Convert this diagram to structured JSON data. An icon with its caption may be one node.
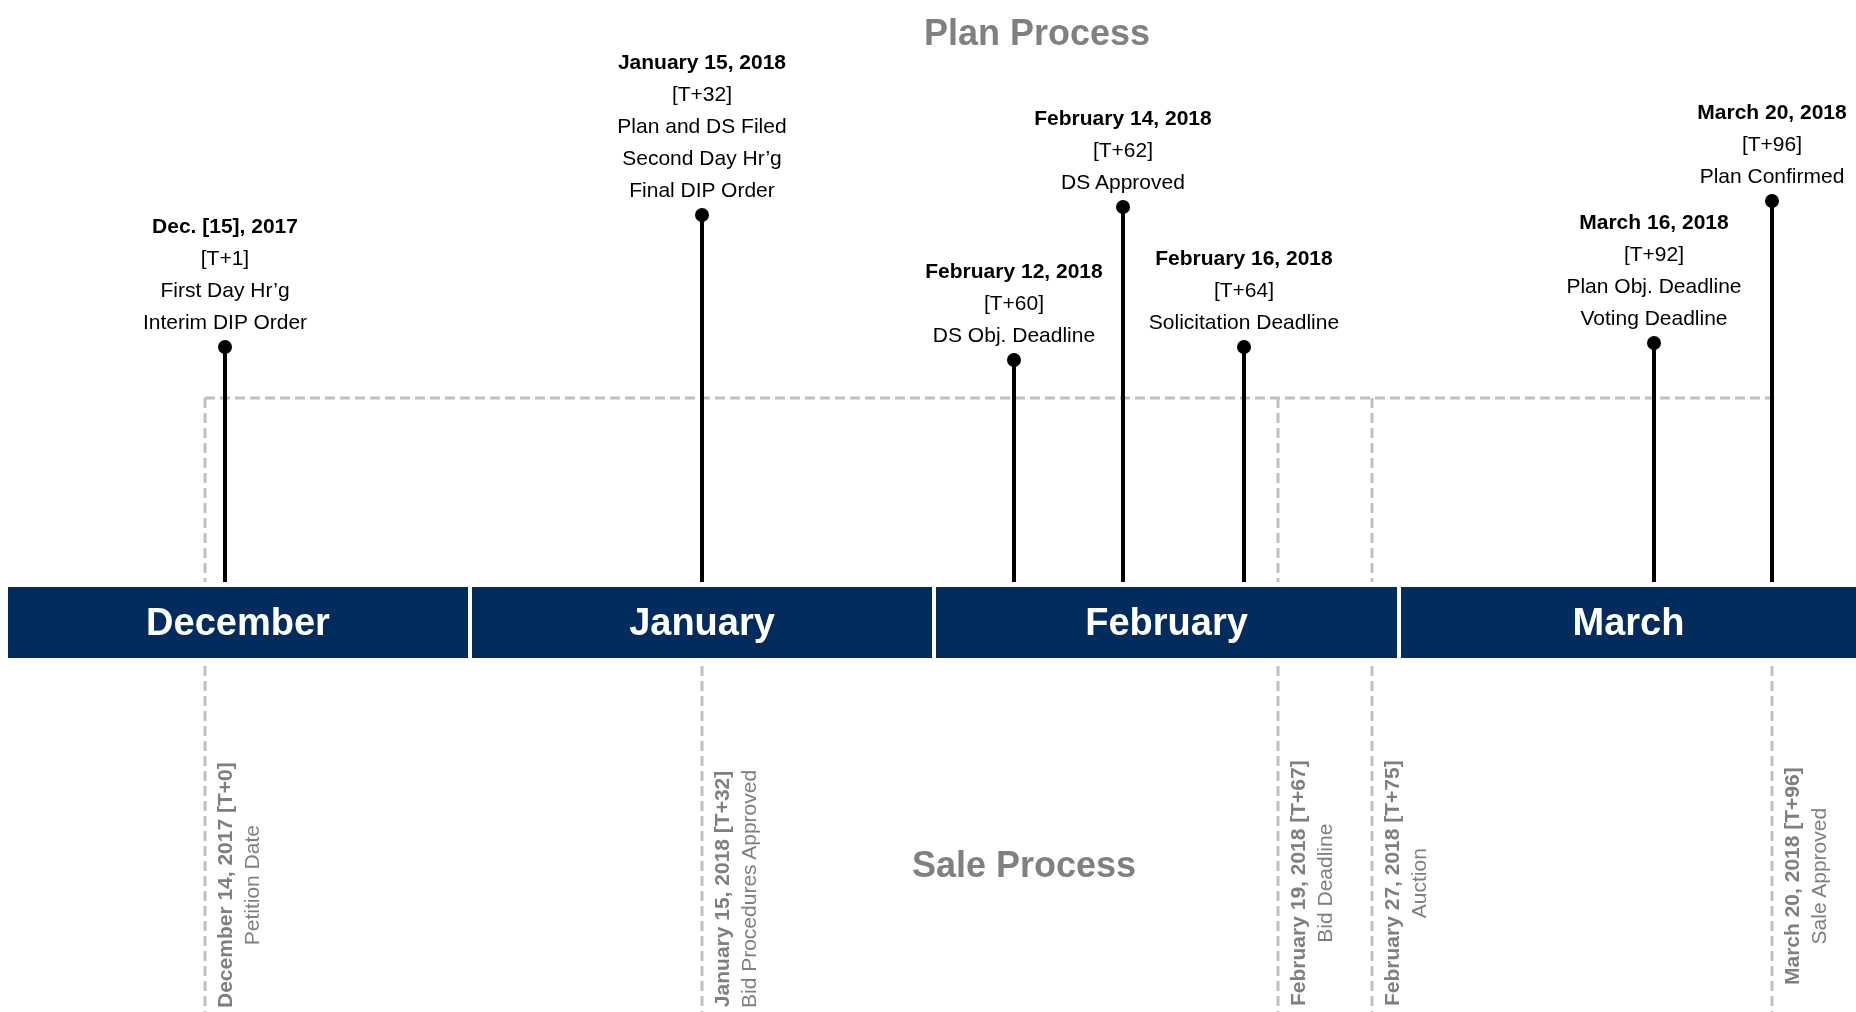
{
  "diagram": {
    "nodes": [
      {
        "text": [
          "December"
        ]
      },
      {
        "text": [
          "January"
        ]
      },
      {
        "text": [
          "February"
        ]
      },
      {
        "text": [
          "March"
        ]
      },
      {
        "text": [
          "Dec. [15], 2017",
          "[T+1]",
          "First Day Hr’g",
          "Interim DIP Order"
        ]
      },
      {
        "text": [
          "January 15, 2018",
          "[T+32]",
          "Plan and DS Filed",
          "Second Day Hr’g",
          "Final DIP Order"
        ]
      },
      {
        "text": [
          "February 12, 2018",
          "[T+60]",
          "DS Obj. Deadline"
        ]
      },
      {
        "text": [
          "February 14, 2018",
          "[T+62]",
          "DS Approved"
        ]
      },
      {
        "text": [
          "February 16, 2018",
          "[T+64]",
          "Solicitation Deadline"
        ]
      },
      {
        "text": [
          "March 16, 2018",
          "[T+92]",
          "Plan Obj. Deadline",
          "Voting Deadline"
        ]
      },
      {
        "text": [
          "March 20, 2018",
          "[T+96]",
          "Plan Confirmed"
        ]
      },
      {
        "text": [
          "December 14, 2017 [T+0]",
          "Petition Date"
        ]
      },
      {
        "text": [
          "January 15, 2018 [T+32]",
          "Bid Procedures Approved"
        ]
      },
      {
        "text": [
          "February 19, 2018 [T+67]",
          "Bid Deadline"
        ]
      },
      {
        "text": [
          "February 27, 2018 [T+75]",
          "Auction"
        ]
      },
      {
        "text": [
          "March 20, 2018 [T+96]",
          "Sale Approved"
        ]
      }
    ],
    "edges": [
      {
        "from": 4,
        "to": 0,
        "arrow": "other"
      },
      {
        "from": 5,
        "to": 1,
        "arrow": "other"
      },
      {
        "from": 6,
        "to": 2,
        "arrow": "other"
      },
      {
        "from": 7,
        "to": 2,
        "arrow": "other"
      },
      {
        "from": 8,
        "to": 2,
        "arrow": "other"
      },
      {
        "from": 9,
        "to": 3,
        "arrow": "other"
      },
      {
        "from": 10,
        "to": 3,
        "arrow": "other"
      },
      {
        "from": 0,
        "to": 11,
        "arrow": "none",
        "style": "dashed",
        "color": "#c0c0c0"
      },
      {
        "from": 1,
        "to": 12,
        "arrow": "none",
        "style": "dashed",
        "color": "#c0c0c0"
      },
      {
        "from": 2,
        "to": 13,
        "arrow": "none",
        "style": "dashed",
        "color": "#c0c0c0"
      },
      {
        "from": 2,
        "to": 14,
        "arrow": "none",
        "style": "dashed",
        "color": "#c0c0c0"
      },
      {
        "from": 3,
        "to": 15,
        "arrow": "none",
        "style": "dashed",
        "color": "#c0c0c0"
      }
    ],
    "labels": [
      "Plan Process",
      "Sale Process"
    ]
  }
}
